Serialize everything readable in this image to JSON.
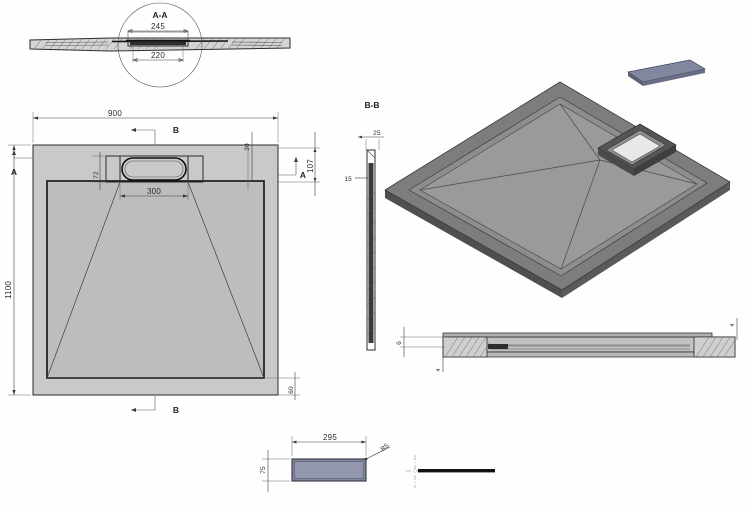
{
  "drawing": {
    "title": "Shower Tray Technical Drawing",
    "sheet_bg": "#fefefe",
    "line_color": "#2c2c2c",
    "fill_light": "#c9c9c9",
    "fill_mid": "#bdbdbd",
    "fill_dark": "#6f7487"
  },
  "views": {
    "detail_aa": {
      "label": "A-A",
      "dim_top": "245",
      "dim_bottom": "220"
    },
    "plan": {
      "dim_width": "900",
      "dim_height": "1100",
      "dim_drain_width": "300",
      "dim_edge_right": "107",
      "dim_drain_offset": "30",
      "dim_drain_depth": "72",
      "dim_bottom_right": "60",
      "section_marker_a": "A",
      "section_marker_b": "B"
    },
    "section_bb": {
      "label": "B-B",
      "dim_width": "25",
      "dim_thickness": "15"
    },
    "side_section": {
      "dim_left_upper": "6",
      "dim_left_lower": "4",
      "dim_right": "4"
    },
    "grate_detail": {
      "dim_length": "295",
      "dim_height": "75",
      "dim_radius": "R5"
    }
  }
}
